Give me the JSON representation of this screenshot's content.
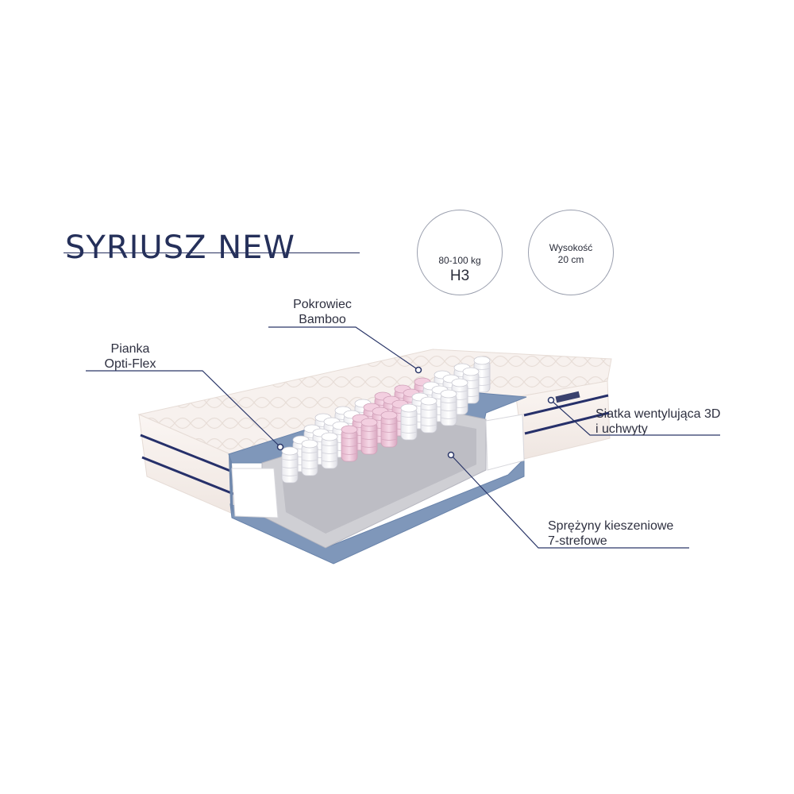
{
  "product": {
    "name": "SYRIUSZ NEW",
    "brand_colors": {
      "navy": "#25305a",
      "cover": "#f6efeb",
      "core_foam": "#7d95b8",
      "spring_white": "#ffffff",
      "spring_pink": "#efc9dc"
    }
  },
  "badges": {
    "firmness": {
      "icon": "gauge-icon",
      "weight_range": "80-100 kg",
      "hardness": "H3"
    },
    "height": {
      "icon": "height-arrows-icon",
      "label": "Wysokość",
      "value": "20 cm"
    }
  },
  "layers": [
    {
      "id": "cover",
      "lines": [
        "Pokrowiec",
        "Bamboo"
      ]
    },
    {
      "id": "foam",
      "lines": [
        "Pianka",
        "Opti-Flex"
      ]
    },
    {
      "id": "mesh",
      "lines": [
        "Siatka wentylująca 3D",
        "i uchwyty"
      ]
    },
    {
      "id": "springs",
      "lines": [
        "Sprężyny kieszeniowe",
        "7-strefowe"
      ]
    }
  ]
}
